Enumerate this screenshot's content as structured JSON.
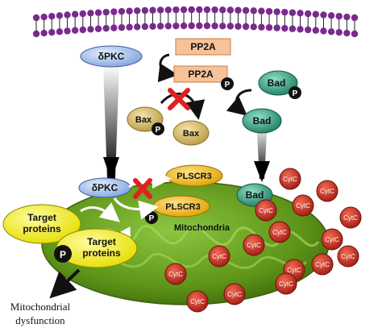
{
  "labels": {
    "dpkc_top": "δPKC",
    "dpkc_mito": "δPKC",
    "pp2a_inactive": "PP2A",
    "pp2a_active": "PP2A",
    "bax_p": "Bax",
    "bax": "Bax",
    "bad_p": "Bad",
    "bad": "Bad",
    "bad_mito": "Bad",
    "plscr3": "PLSCR3",
    "plscr3_p": "PLSCR3",
    "mitochondria": "Mitochondria",
    "target_line1": "Target",
    "target_line2": "proteins",
    "target_p_line1": "Target",
    "target_p_line2": "proteins",
    "dysfunction_line1": "Mitochondrial",
    "dysfunction_line2": "dysfunction",
    "phospho": "P",
    "cytc": "CytC"
  },
  "colors": {
    "membrane_head": "#7a2a8c",
    "pkc_fill": "#9dbbe8",
    "pp2a_fill": "#f6c29a",
    "bax_fill": "#d9c27a",
    "bad_fill": "#2e9e82",
    "plscr3_fill": "#f2b81c",
    "mito_fill": "#5e9418",
    "target_fill": "#f6f21a",
    "cytc_fill": "#c0281f",
    "block_x": "#e02020"
  }
}
